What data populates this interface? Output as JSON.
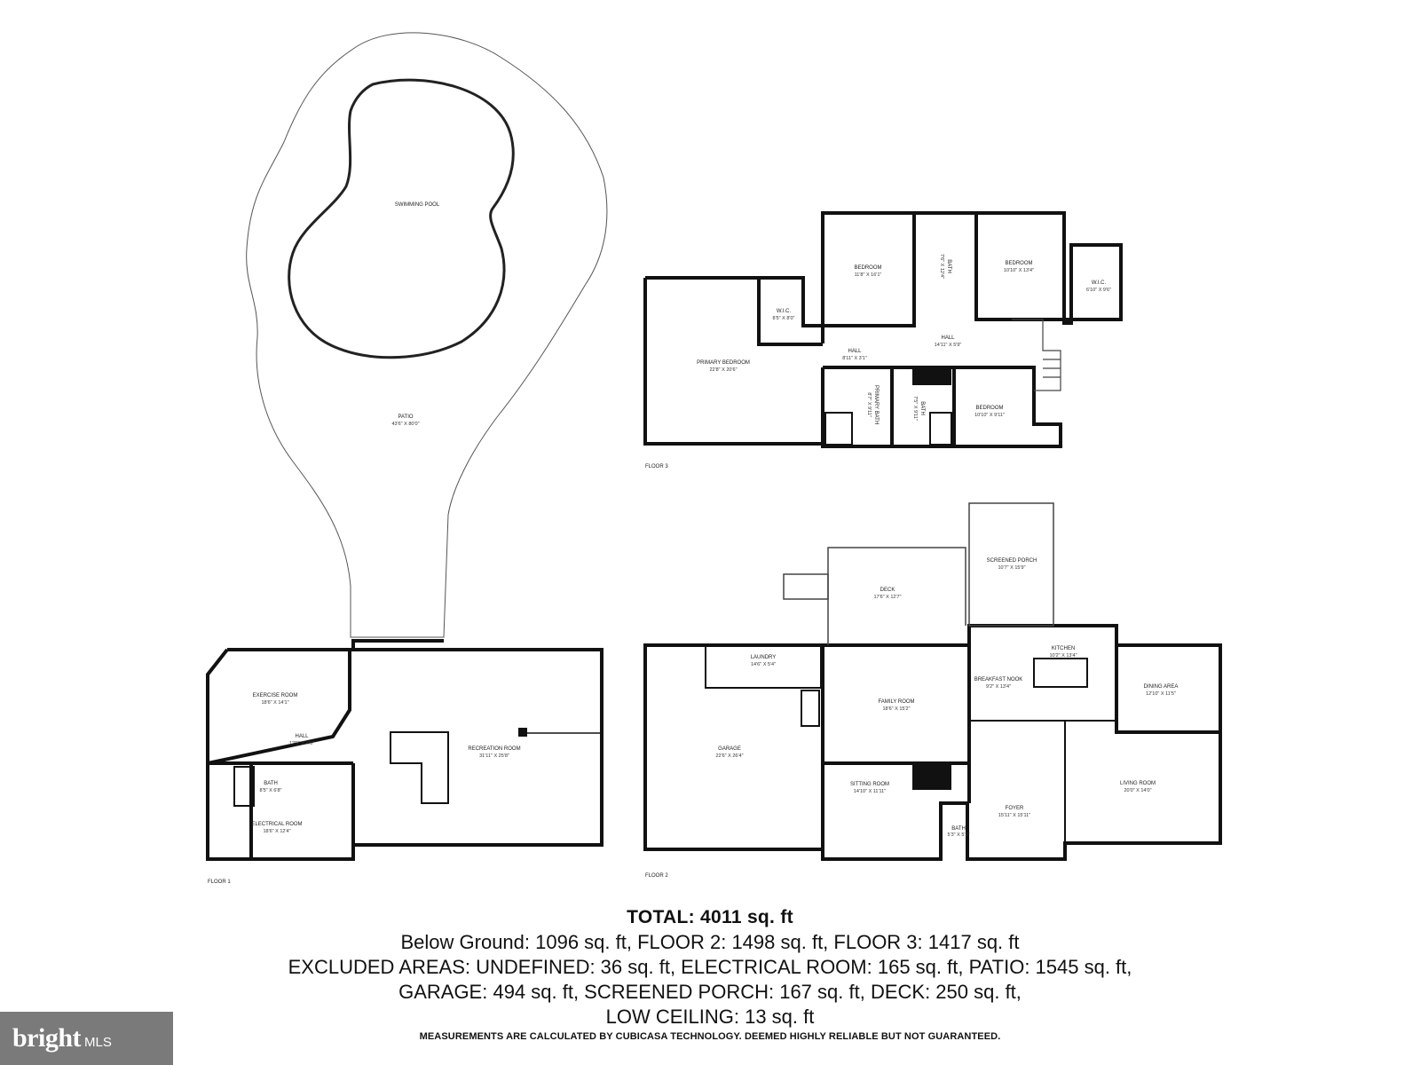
{
  "colors": {
    "wall": "#111111",
    "background": "#ffffff",
    "logo_bg": "#7a7a7a"
  },
  "exterior": {
    "pool": {
      "name": "SWIMMING POOL",
      "dims": ""
    },
    "patio": {
      "name": "PATIO",
      "dims": "43'6\" X 80'0\""
    }
  },
  "floor1": {
    "label": "FLOOR 1",
    "rooms": {
      "exercise": {
        "name": "EXERCISE ROOM",
        "dims": "18'6\" X 14'1\""
      },
      "hall": {
        "name": "HALL",
        "dims": "12'5\" X 4'6\""
      },
      "bath": {
        "name": "BATH",
        "dims": "8'5\" X 6'8\""
      },
      "electrical": {
        "name": "ELECTRICAL ROOM",
        "dims": "18'6\" X 12'4\""
      },
      "recreation": {
        "name": "RECREATION ROOM",
        "dims": "31'11\" X 25'8\""
      }
    }
  },
  "floor2": {
    "label": "FLOOR 2",
    "rooms": {
      "garage": {
        "name": "GARAGE",
        "dims": "22'6\" X 26'4\""
      },
      "laundry": {
        "name": "LAUNDRY",
        "dims": "14'6\" X 5'4\""
      },
      "deck": {
        "name": "DECK",
        "dims": "17'6\" X 12'7\""
      },
      "screened_porch": {
        "name": "SCREENED PORCH",
        "dims": "10'7\" X 15'9\""
      },
      "kitchen": {
        "name": "KITCHEN",
        "dims": "10'2\" X 13'4\""
      },
      "breakfast_nook": {
        "name": "BREAKFAST NOOK",
        "dims": "9'2\" X 13'4\""
      },
      "family": {
        "name": "FAMILY ROOM",
        "dims": "18'6\" X 15'2\""
      },
      "dining": {
        "name": "DINING AREA",
        "dims": "12'10\" X 11'5\""
      },
      "sitting": {
        "name": "SITTING ROOM",
        "dims": "14'10\" X 11'11\""
      },
      "bath": {
        "name": "BATH",
        "dims": "5'3\" X 5'2\""
      },
      "foyer": {
        "name": "FOYER",
        "dims": "15'11\" X 15'11\""
      },
      "living": {
        "name": "LIVING ROOM",
        "dims": "20'0\" X 14'0\""
      }
    }
  },
  "floor3": {
    "label": "FLOOR 3",
    "rooms": {
      "bedroom_a": {
        "name": "BEDROOM",
        "dims": "11'8\" X 16'1\""
      },
      "bath_a": {
        "name": "BATH",
        "dims": "7'6\" X 12'4\""
      },
      "bedroom_b": {
        "name": "BEDROOM",
        "dims": "10'10\" X 13'4\""
      },
      "wic_b": {
        "name": "W.I.C.",
        "dims": "6'10\" X 9'6\""
      },
      "primary_bedroom": {
        "name": "PRIMARY BEDROOM",
        "dims": "22'8\" X 20'6\""
      },
      "wic_primary": {
        "name": "W.I.C.",
        "dims": "8'5\" X 8'0\""
      },
      "hall_a": {
        "name": "HALL",
        "dims": "8'11\" X 3'1\""
      },
      "hall_b": {
        "name": "HALL",
        "dims": "14'11\" X 5'9\""
      },
      "primary_bath": {
        "name": "PRIMARY BATH",
        "dims": "8'7\" X 9'11\""
      },
      "bath_b": {
        "name": "BATH",
        "dims": "7'5\" X 9'11\""
      },
      "bedroom_c": {
        "name": "BEDROOM",
        "dims": "10'10\" X 9'11\""
      }
    }
  },
  "summary": {
    "total": "TOTAL: 4011 sq. ft",
    "line1": "Below Ground: 1096 sq. ft, FLOOR 2: 1498 sq. ft, FLOOR 3: 1417 sq. ft",
    "line2": "EXCLUDED AREAS: UNDEFINED: 36 sq. ft, ELECTRICAL ROOM: 165 sq. ft, PATIO: 1545 sq. ft,",
    "line3": "GARAGE: 494 sq. ft, SCREENED PORCH: 167 sq. ft, DECK: 250 sq. ft,",
    "line4": "LOW CEILING: 13 sq. ft",
    "disclaimer": "MEASUREMENTS ARE CALCULATED BY CUBICASA TECHNOLOGY. DEEMED HIGHLY RELIABLE BUT NOT GUARANTEED."
  },
  "logo": {
    "brand": "bright",
    "suffix": "MLS"
  }
}
